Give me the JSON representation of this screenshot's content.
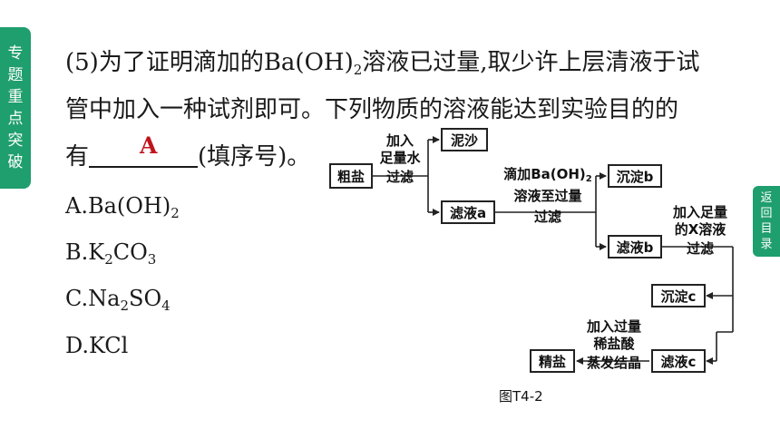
{
  "side_tab": [
    "专",
    "题",
    "重",
    "点",
    "突",
    "破"
  ],
  "back_tab": [
    "返",
    "回",
    "目",
    "录"
  ],
  "question": {
    "line1": {
      "before": "(5)为了证明滴加的Ba(OH)",
      "sub": "2",
      "after": "溶液已过量,取少许上层清液于试"
    },
    "line2": "管中加入一种试剂即可。下列物质的溶液能达到实验目的的",
    "line3_before": "有",
    "line3_after": "(填序号)。",
    "answer": "A"
  },
  "options": {
    "A": {
      "prefix": "A.Ba(OH)",
      "sub": "2"
    },
    "B": {
      "p1": "B.K",
      "s1": "2",
      "p2": "CO",
      "s2": "3"
    },
    "C": {
      "p1": "C.Na",
      "s1": "2",
      "p2": "SO",
      "s2": "4"
    },
    "D": "D.KCl"
  },
  "flowchart": {
    "boxes": {
      "crude_salt": "粗盐",
      "sediment": "泥沙",
      "filtrate_a": "滤液a",
      "precipitate_b": "沉淀b",
      "filtrate_b": "滤液b",
      "precipitate_c": "沉淀c",
      "filtrate_c": "滤液c",
      "refined_salt": "精盐"
    },
    "labels": {
      "step1": [
        "加入",
        "足量水",
        "过滤"
      ],
      "step2": {
        "l1_before": "滴加Ba(OH)",
        "l1_sub": "2",
        "l2": "溶液至过量",
        "l3": "过滤"
      },
      "step3": [
        "加入足量",
        "的X溶液",
        "过滤"
      ],
      "step4": [
        "加入过量",
        "稀盐酸",
        "蒸发结晶"
      ]
    },
    "caption": "图T4-2"
  }
}
